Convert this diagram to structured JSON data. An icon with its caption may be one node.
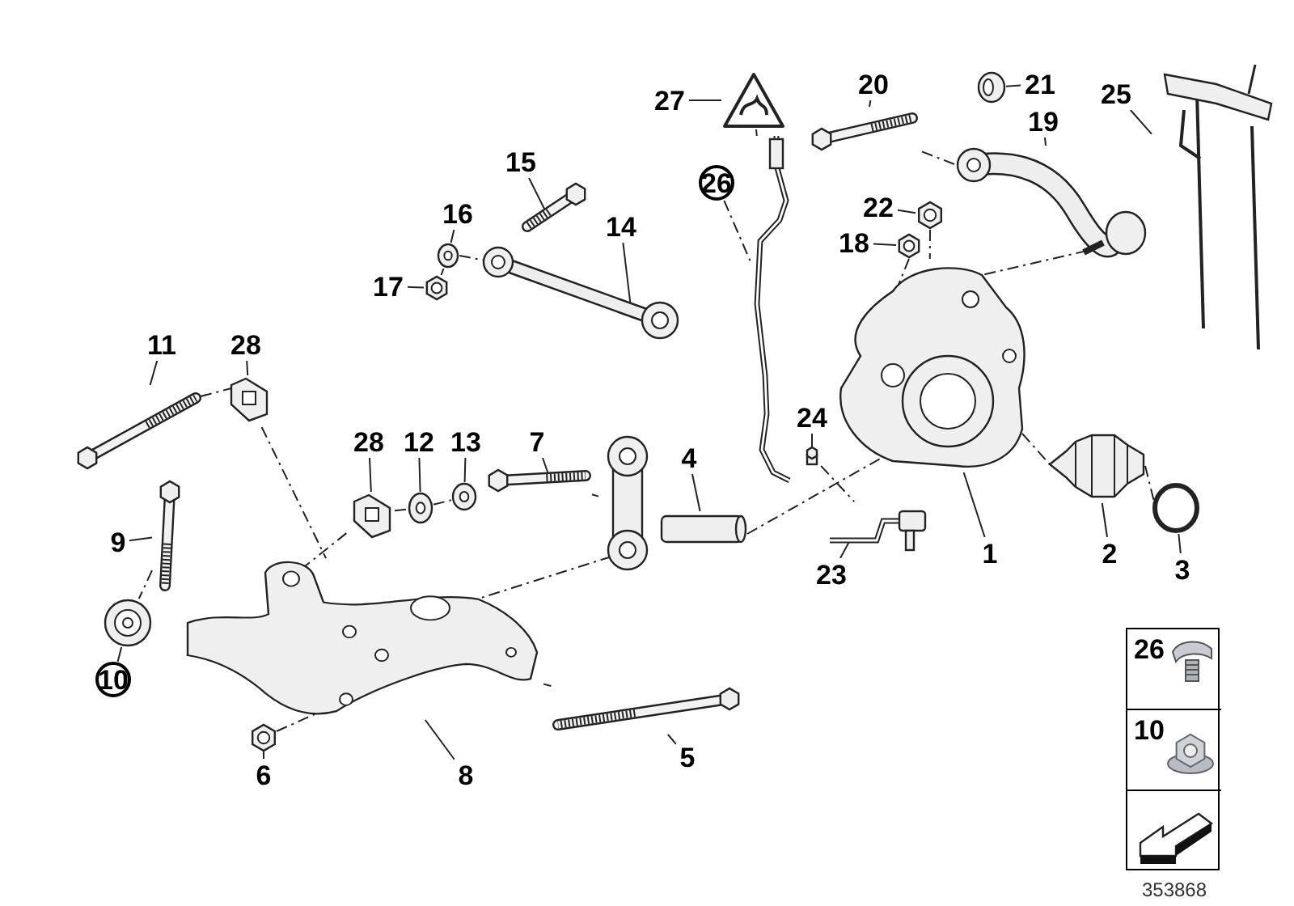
{
  "diagram": {
    "nodes": [
      {
        "text": [
          "27"
        ]
      },
      {
        "text": [],
        "shape": "picture"
      },
      {
        "text": [
          "26"
        ]
      },
      {
        "text": [],
        "shape": "box"
      },
      {
        "text": [
          "20"
        ]
      },
      {
        "text": [],
        "shape": "picture"
      },
      {
        "text": [
          "21"
        ]
      },
      {
        "text": [],
        "shape": "picture"
      },
      {
        "text": [
          "25"
        ]
      },
      {
        "text": [],
        "shape": "picture"
      },
      {
        "text": [
          "19"
        ]
      },
      {
        "text": [],
        "shape": "picture"
      },
      {
        "text": [
          "15"
        ]
      },
      {
        "text": [],
        "shape": "picture"
      },
      {
        "text": [
          "16"
        ]
      },
      {
        "text": [],
        "shape": "picture"
      },
      {
        "text": [
          "14"
        ]
      },
      {
        "text": [],
        "shape": "picture"
      },
      {
        "text": [
          "17"
        ]
      },
      {
        "text": [],
        "shape": "picture"
      },
      {
        "text": [
          "22"
        ]
      },
      {
        "text": [],
        "shape": "picture"
      },
      {
        "text": [
          "18"
        ]
      },
      {
        "text": [],
        "shape": "picture"
      },
      {
        "text": [
          "11"
        ]
      },
      {
        "text": [],
        "shape": "picture"
      },
      {
        "text": [
          "28"
        ]
      },
      {
        "text": [],
        "shape": "picture"
      },
      {
        "text": [
          "28"
        ]
      },
      {
        "text": [],
        "shape": "picture"
      },
      {
        "text": [
          "12"
        ]
      },
      {
        "text": [],
        "shape": "picture"
      },
      {
        "text": [
          "13"
        ]
      },
      {
        "text": [],
        "shape": "picture"
      },
      {
        "text": [
          "7"
        ]
      },
      {
        "text": [],
        "shape": "picture"
      },
      {
        "text": [
          "4"
        ]
      },
      {
        "text": [],
        "shape": "box"
      },
      {
        "text": [
          "24"
        ]
      },
      {
        "text": [],
        "shape": "box"
      },
      {
        "text": [
          "23"
        ]
      },
      {
        "text": [],
        "shape": "picture"
      },
      {
        "text": [
          "1"
        ]
      },
      {
        "text": [],
        "shape": "picture"
      },
      {
        "text": [
          "2"
        ]
      },
      {
        "text": [],
        "shape": "picture"
      },
      {
        "text": [
          "3"
        ]
      },
      {
        "text": [],
        "shape": "circle"
      },
      {
        "text": [
          "9"
        ]
      },
      {
        "text": [],
        "shape": "picture"
      },
      {
        "text": [
          "10"
        ]
      },
      {
        "text": [],
        "shape": "picture"
      },
      {
        "text": [
          "6"
        ]
      },
      {
        "text": [],
        "shape": "picture"
      },
      {
        "text": [
          "8"
        ]
      },
      {
        "text": [
          "5"
        ]
      },
      {
        "text": [],
        "shape": "picture"
      },
      {
        "text": [],
        "shape": "box"
      },
      {
        "text": [],
        "shape": "box"
      },
      {
        "text": [
          "26"
        ],
        "in": 58
      },
      {
        "text": [
          "10"
        ],
        "in": 58
      },
      {
        "text": [],
        "shape": "picture",
        "in": 58
      },
      {
        "text": [],
        "shape": "picture"
      }
    ],
    "edges": [
      {
        "from": 0,
        "to": 1,
        "arrow": "none"
      },
      {
        "from": 2,
        "to": 3,
        "arrow": "none",
        "style": "dashed"
      },
      {
        "from": 4,
        "to": 5,
        "arrow": "none"
      },
      {
        "from": 6,
        "to": 7,
        "arrow": "none"
      },
      {
        "from": 8,
        "to": 9,
        "arrow": "none"
      },
      {
        "from": 10,
        "to": 11,
        "arrow": "none"
      },
      {
        "from": 12,
        "to": 13,
        "arrow": "none"
      },
      {
        "from": 14,
        "to": 15,
        "arrow": "none"
      },
      {
        "from": 16,
        "to": 17,
        "arrow": "none"
      },
      {
        "from": 18,
        "to": 19,
        "arrow": "none"
      },
      {
        "from": 20,
        "to": 21,
        "arrow": "none"
      },
      {
        "from": 22,
        "to": 23,
        "arrow": "none"
      },
      {
        "from": 24,
        "to": 25,
        "arrow": "none"
      },
      {
        "from": 26,
        "to": 27,
        "arrow": "none"
      },
      {
        "from": 28,
        "to": 29,
        "arrow": "none"
      },
      {
        "from": 30,
        "to": 31,
        "arrow": "none"
      },
      {
        "from": 32,
        "to": 33,
        "arrow": "none"
      },
      {
        "from": 34,
        "to": 35,
        "arrow": "none"
      },
      {
        "from": 36,
        "to": 37,
        "arrow": "none"
      },
      {
        "from": 38,
        "to": 39,
        "arrow": "none"
      },
      {
        "from": 40,
        "to": 41,
        "arrow": "none"
      },
      {
        "from": 42,
        "to": 43,
        "arrow": "none"
      },
      {
        "from": 44,
        "to": 45,
        "arrow": "none"
      },
      {
        "from": 46,
        "to": 47,
        "arrow": "none"
      },
      {
        "from": 48,
        "to": 49,
        "arrow": "none"
      },
      {
        "from": 50,
        "to": 62,
        "arrow": "none"
      },
      {
        "from": 52,
        "to": 53,
        "arrow": "none"
      },
      {
        "from": 54,
        "to": 51,
        "arrow": "none"
      },
      {
        "from": 55,
        "to": 56,
        "arrow": "none"
      },
      {
        "from": 1,
        "to": 3,
        "arrow": "none"
      },
      {
        "from": 23,
        "to": 43,
        "arrow": "none",
        "style": "dashed"
      },
      {
        "from": 21,
        "to": 43,
        "arrow": "none",
        "style": "dashed"
      },
      {
        "from": 11,
        "to": 43,
        "arrow": "none",
        "style": "dashed"
      },
      {
        "from": 5,
        "to": 11,
        "arrow": "none",
        "style": "dashed"
      },
      {
        "from": 19,
        "to": 15,
        "arrow": "none",
        "style": "dashed"
      },
      {
        "from": 15,
        "to": 17,
        "arrow": "none",
        "style": "dashed"
      },
      {
        "from": 25,
        "to": 27,
        "arrow": "none",
        "style": "dashed"
      },
      {
        "from": 27,
        "to": 51,
        "arrow": "none",
        "style": "dashed"
      },
      {
        "from": 51,
        "to": 29,
        "arrow": "none",
        "style": "dashed"
      },
      {
        "from": 29,
        "to": 31,
        "arrow": "none",
        "style": "dashed"
      },
      {
        "from": 31,
        "to": 33,
        "arrow": "none",
        "style": "dashed"
      },
      {
        "from": 35,
        "to": 57,
        "arrow": "none",
        "style": "dashed"
      },
      {
        "from": 57,
        "to": 51,
        "arrow": "none",
        "style": "dashed"
      },
      {
        "from": 53,
        "to": 51,
        "arrow": "none",
        "style": "dashed"
      },
      {
        "from": 56,
        "to": 51,
        "arrow": "none",
        "style": "dashed"
      },
      {
        "from": 37,
        "to": 43,
        "arrow": "none",
        "style": "dashed"
      },
      {
        "from": 43,
        "to": 45,
        "arrow": "none",
        "style": "dashed"
      },
      {
        "from": 45,
        "to": 47,
        "arrow": "none",
        "style": "dashed"
      },
      {
        "from": 39,
        "to": 41,
        "arrow": "none",
        "style": "dashed"
      },
      {
        "from": 49,
        "to": 62,
        "arrow": "none",
        "style": "dashed"
      }
    ],
    "labels": [
      "353868"
    ]
  }
}
